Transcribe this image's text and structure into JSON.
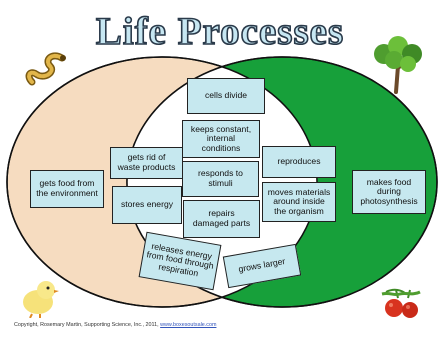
{
  "title": "Life Processes",
  "left_only": [
    {
      "id": "gets-food",
      "text": "gets food from\nthe environment"
    }
  ],
  "right_only": [
    {
      "id": "makes-food",
      "text": "makes food\nduring\nphotosynthesis"
    }
  ],
  "both": [
    {
      "id": "cells-divide",
      "text": "cells divide"
    },
    {
      "id": "keeps-constant",
      "text": "keeps constant,\ninternal\nconditions"
    },
    {
      "id": "waste",
      "text": "gets rid of\nwaste products"
    },
    {
      "id": "responds",
      "text": "responds to\nstimuli"
    },
    {
      "id": "reproduces",
      "text": "reproduces"
    },
    {
      "id": "moves-materials",
      "text": "moves materials\naround inside\nthe organism"
    },
    {
      "id": "stores-energy",
      "text": "stores energy"
    },
    {
      "id": "repairs",
      "text": "repairs\ndamaged parts"
    },
    {
      "id": "releases-energy",
      "text": "releases energy\nfrom food through\nrespiration"
    },
    {
      "id": "grows-larger",
      "text": "grows larger"
    }
  ],
  "footer": {
    "text": "Copyright, Rosemary Martin, Supporting Science, Inc., 2011, ",
    "link": "www.boxesoutsale.com"
  },
  "colors": {
    "left_circle": "#f6dcc0",
    "right_circle": "#17a03a",
    "card": "#c6e8ef",
    "title_fill": "#c7e7f2"
  },
  "icons": [
    "snake-icon",
    "tree-icon",
    "chick-icon",
    "tomato-icon"
  ]
}
